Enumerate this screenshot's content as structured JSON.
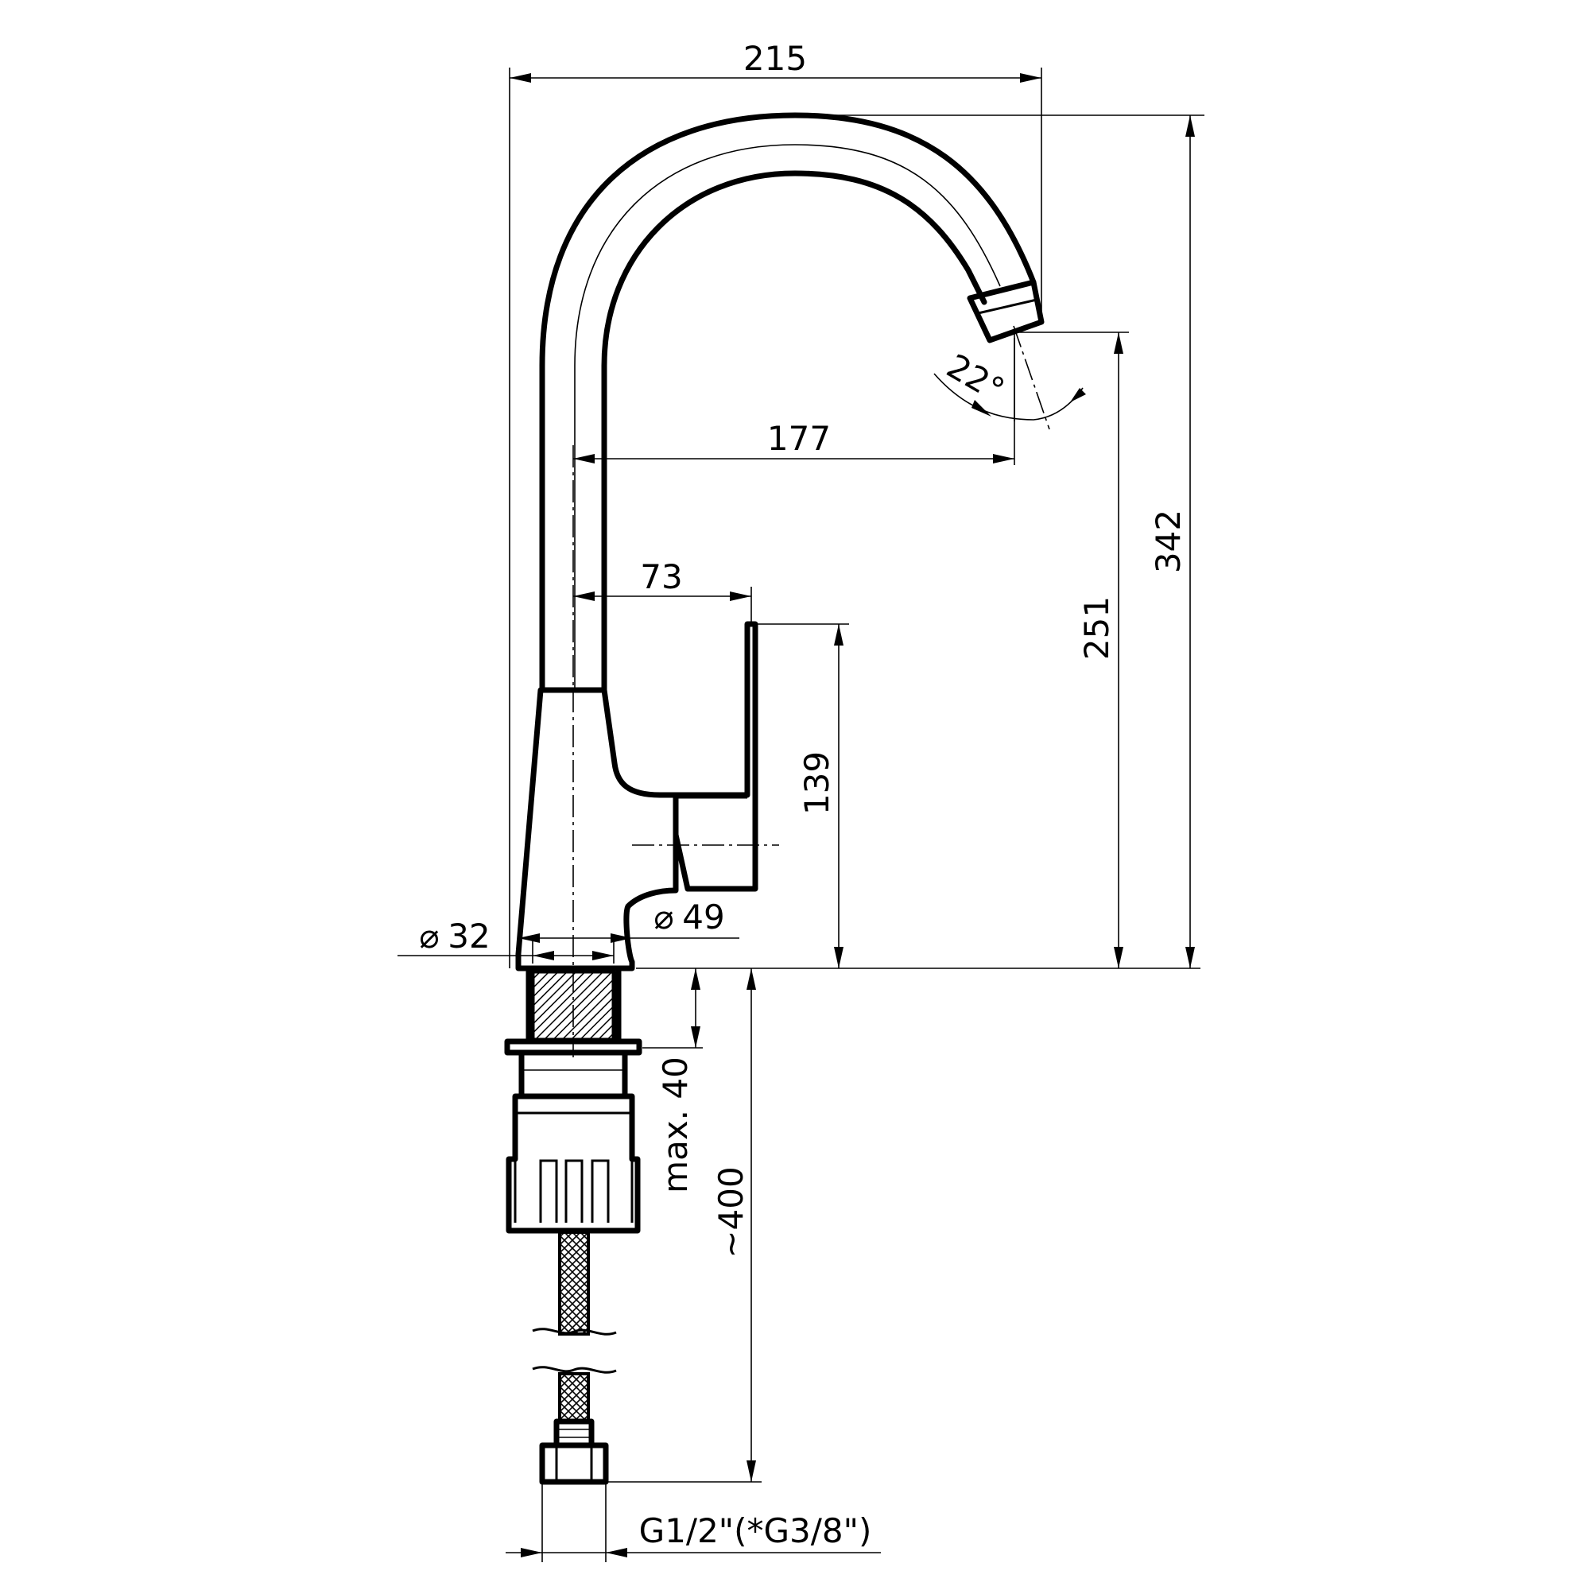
{
  "dimensions": {
    "total_width": "215",
    "spout_reach": "177",
    "handle_offset": "73",
    "total_height": "342",
    "spout_height": "251",
    "handle_height": "139",
    "spout_angle": "22°",
    "base_diameter": "49",
    "shank_diameter": "32",
    "max_counter_thickness": "max. 40",
    "hose_length": "~400",
    "connection_thread": "G1/2\"(*G3/8\")"
  },
  "symbols": {
    "diameter": "⌀"
  }
}
